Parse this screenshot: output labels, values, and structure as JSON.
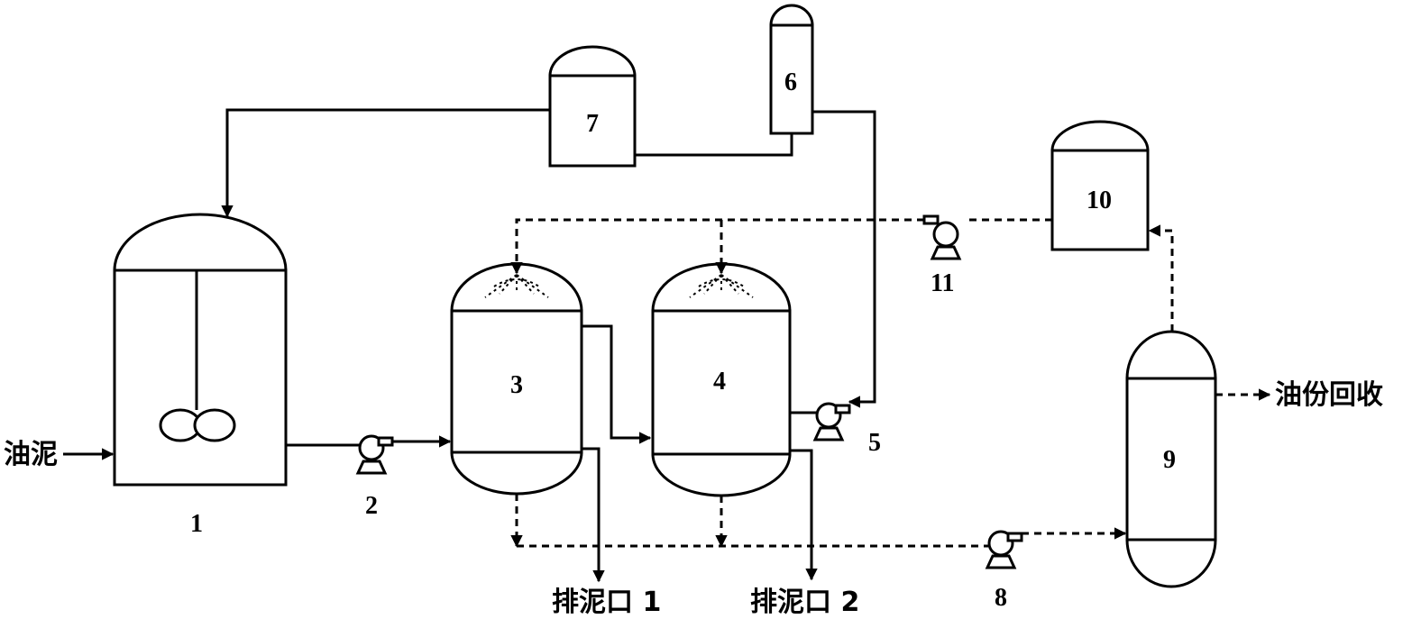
{
  "labels": {
    "feed": "油泥",
    "oil_recovery": "油份回收",
    "drain_1": "排泥口 1",
    "drain_2": "排泥口 2"
  },
  "numbers": {
    "n1": "1",
    "n2": "2",
    "n3": "3",
    "n4": "4",
    "n5": "5",
    "n6": "6",
    "n7": "7",
    "n8": "8",
    "n9": "9",
    "n10": "10",
    "n11": "11"
  }
}
